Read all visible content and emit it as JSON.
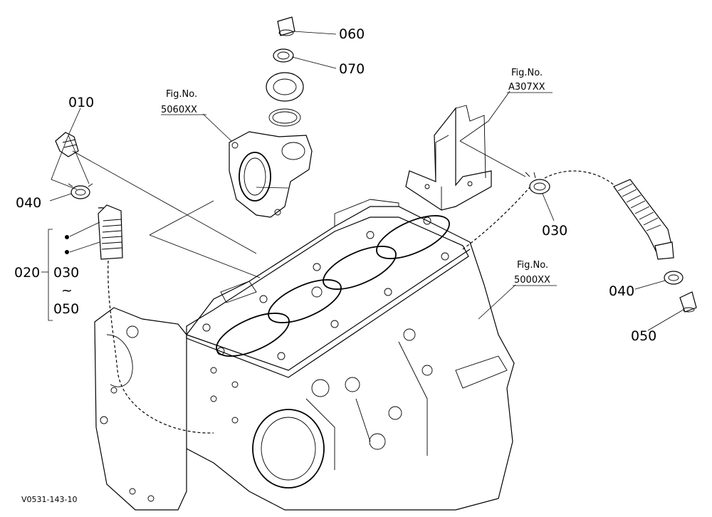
{
  "parts": [
    {
      "id": "p010",
      "label": "010"
    },
    {
      "id": "p040a",
      "label": "040"
    },
    {
      "id": "p020",
      "label": "020"
    },
    {
      "id": "p030a",
      "label": "030"
    },
    {
      "id": "p050a",
      "label": "050"
    },
    {
      "id": "p060",
      "label": "060"
    },
    {
      "id": "p070",
      "label": "070"
    },
    {
      "id": "p030b",
      "label": "030"
    },
    {
      "id": "p040b",
      "label": "040"
    },
    {
      "id": "p050b",
      "label": "050"
    }
  ],
  "range_symbol": "~",
  "figure_refs": [
    {
      "id": "f5060",
      "title": "Fig.No.",
      "number": "5060XX"
    },
    {
      "id": "fa307",
      "title": "Fig.No.",
      "number": "A307XX"
    },
    {
      "id": "f5000",
      "title": "Fig.No.",
      "number": "5000XX"
    }
  ],
  "drawing_code": "V0531-143-10"
}
